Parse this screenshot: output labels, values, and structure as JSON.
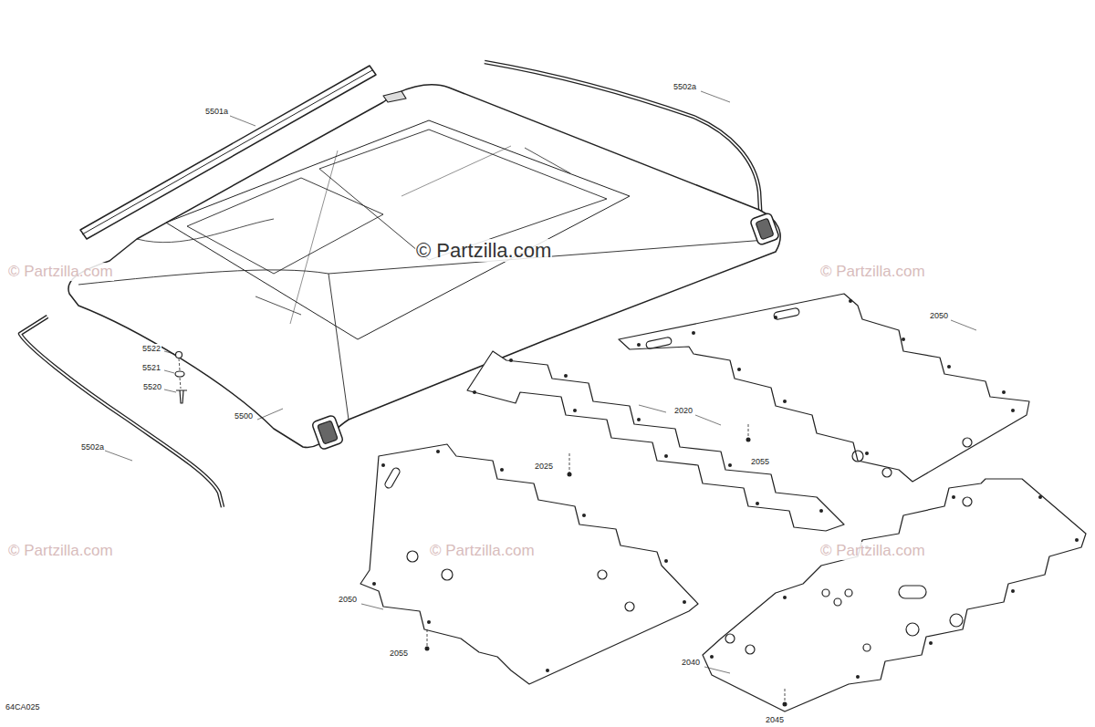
{
  "diagram": {
    "labels": [
      "5502a",
      "5501a",
      "© Partzilla.com",
      "© Partzilla.com",
      "© Partzilla.com",
      "2050",
      "5522",
      "5521",
      "5520",
      "2020",
      "5500",
      "5502a",
      "2055",
      "2025",
      "© Partzilla.com",
      "© Partzilla.com",
      "© Partzilla.com",
      "2050",
      "2055",
      "2040",
      "64CA025",
      "2045"
    ]
  }
}
